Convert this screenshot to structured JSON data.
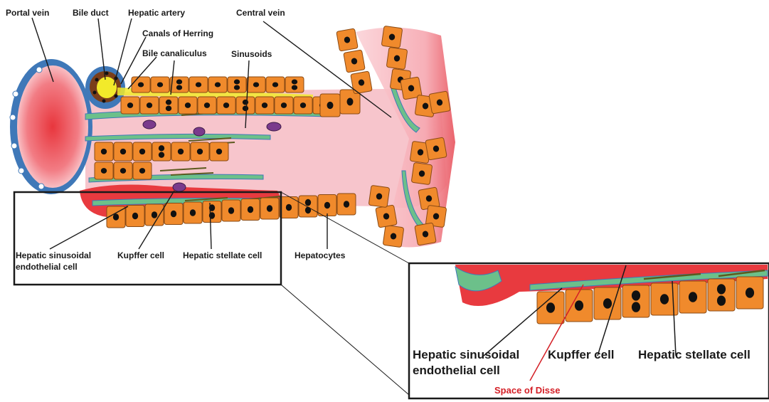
{
  "labels": {
    "portal_vein": "Portal vein",
    "bile_duct": "Bile duct",
    "hepatic_artery": "Hepatic artery",
    "central_vein": "Central vein",
    "canals_of_herring": "Canals of Herring",
    "bile_canaliculus": "Bile canaliculus",
    "sinusoids": "Sinusoids",
    "hsec_line1": "Hepatic sinusoidal",
    "hsec_line2": "endothelial cell",
    "kupffer": "Kupffer cell",
    "stellate": "Hepatic stellate cell",
    "hepatocytes": "Hepatocytes"
  },
  "inset": {
    "hsec_line1": "Hepatic sinusoidal",
    "hsec_line2": "endothelial cell",
    "kupffer": "Kupffer cell",
    "stellate": "Hepatic stellate cell",
    "space_of_disse": "Space of Disse"
  },
  "colors": {
    "hepatocyte": "#f08a2c",
    "hepatocyte_border": "#8a4a14",
    "nucleus": "#111111",
    "sinusoid": "#f7c5cc",
    "blood_red": "#e83a3f",
    "endothelial_green": "#6cc08a",
    "endothelial_blue": "#3f78b8",
    "bile_yellow": "#f2ea2a",
    "kupffer_purple": "#7a3a8c",
    "stellate_olive": "#8c8a3a",
    "space_of_disse_red": "#d41f26"
  }
}
